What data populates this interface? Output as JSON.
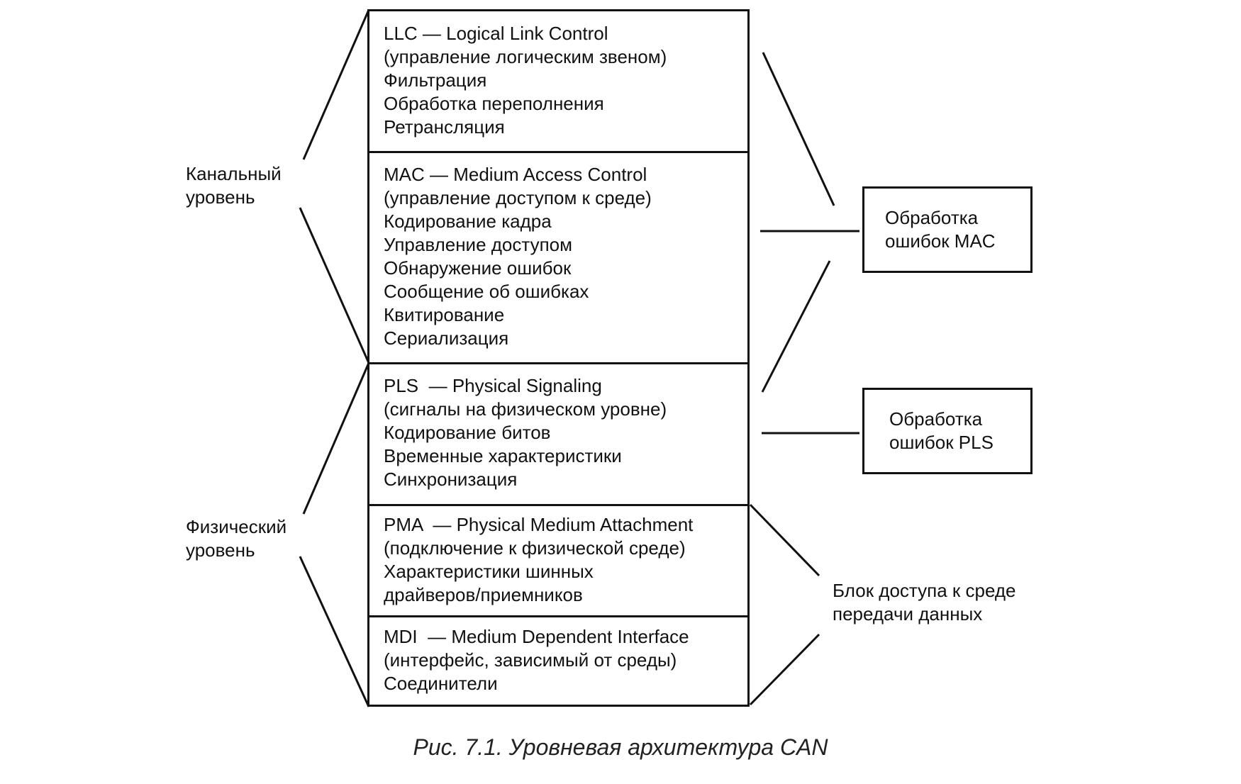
{
  "layers": [
    {
      "title": "LLC — Logical Link Control",
      "lines": [
        "(управление логическим звеном)",
        "Фильтрация",
        "Обработка переполнения",
        "Ретрансляция"
      ]
    },
    {
      "title": "MAC — Medium Access Control",
      "lines": [
        "(управление доступом к среде)",
        "Кодирование кадра",
        "Управление доступом",
        "Обнаружение ошибок",
        "Сообщение об ошибках",
        "Квитирование",
        "Сериализация"
      ]
    },
    {
      "title": "PLS  — Physical Signaling",
      "lines": [
        "(сигналы на физическом уровне)",
        "Кодирование битов",
        "Временные характеристики",
        "Синхронизация"
      ]
    },
    {
      "title": "PMA  — Physical Medium Attachment",
      "lines": [
        "(подключение к физической среде)",
        "Характеристики шинных",
        "драйверов/приемников"
      ]
    },
    {
      "title": "MDI  — Medium Dependent Interface",
      "lines": [
        "(интерфейс, зависимый от среды)",
        "Соединители"
      ]
    }
  ],
  "left_labels": {
    "data_link": [
      "Канальный",
      "уровень"
    ],
    "physical": [
      "Физический",
      "уровень"
    ]
  },
  "right_boxes": {
    "mac_errors": [
      "Обработка",
      "ошибок MAC"
    ],
    "pls_errors": [
      "Обработка",
      "ошибок PLS"
    ]
  },
  "right_label": {
    "medium_access": [
      "Блок доступа к среде",
      "передачи данных"
    ]
  },
  "caption": "Рис. 7.1. Уровневая архитектура CAN"
}
